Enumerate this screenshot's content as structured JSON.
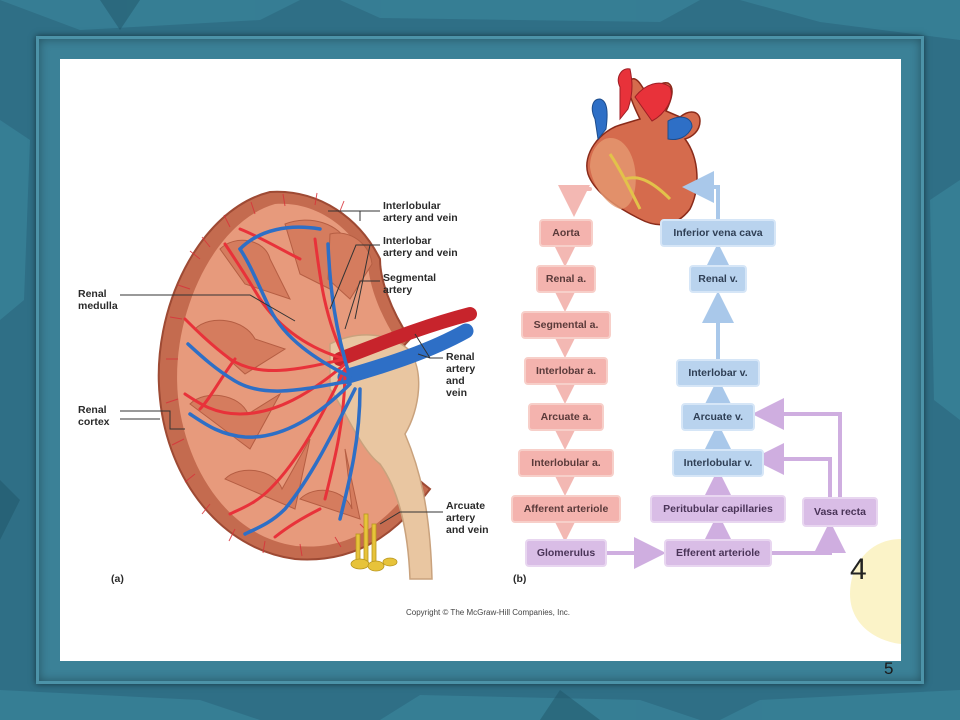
{
  "slide_number": "5",
  "panel_letters": {
    "a": "(a)",
    "b": "(b)"
  },
  "kidney_labels": {
    "interlobular": [
      "Interlobular",
      "artery and vein"
    ],
    "interlobar": [
      "Interlobar",
      "artery and vein"
    ],
    "segmental": [
      "Segmental",
      "artery"
    ],
    "renal_medulla": [
      "Renal",
      "medulla"
    ],
    "renal_cortex": [
      "Renal",
      "cortex"
    ],
    "renal_vessels": [
      "Renal",
      "artery",
      "and",
      "vein"
    ],
    "arcuate": [
      "Arcuate",
      "artery",
      "and vein"
    ]
  },
  "flow": {
    "arterial": [
      "Aorta",
      "Renal a.",
      "Segmental a.",
      "Interlobar a.",
      "Arcuate a.",
      "Interlobular a.",
      "Afferent arteriole"
    ],
    "capillary": [
      "Glomerulus",
      "Efferent arteriole"
    ],
    "peritubular": "Peritubular capillaries",
    "vasa_recta": "Vasa recta",
    "venous": [
      "Interlobular v.",
      "Arcuate v.",
      "Interlobar v.",
      "Renal v.",
      "Inferior vena cava"
    ]
  },
  "copyright": "Copyright © The McGraw-Hill Companies, Inc.",
  "corner_number": "4",
  "colors": {
    "artery": "#e8323a",
    "vein": "#2e6fc6",
    "arterial_box": "#f4b3ae",
    "venous_box": "#b9d3ee",
    "capillary_box": "#d9bde6"
  }
}
